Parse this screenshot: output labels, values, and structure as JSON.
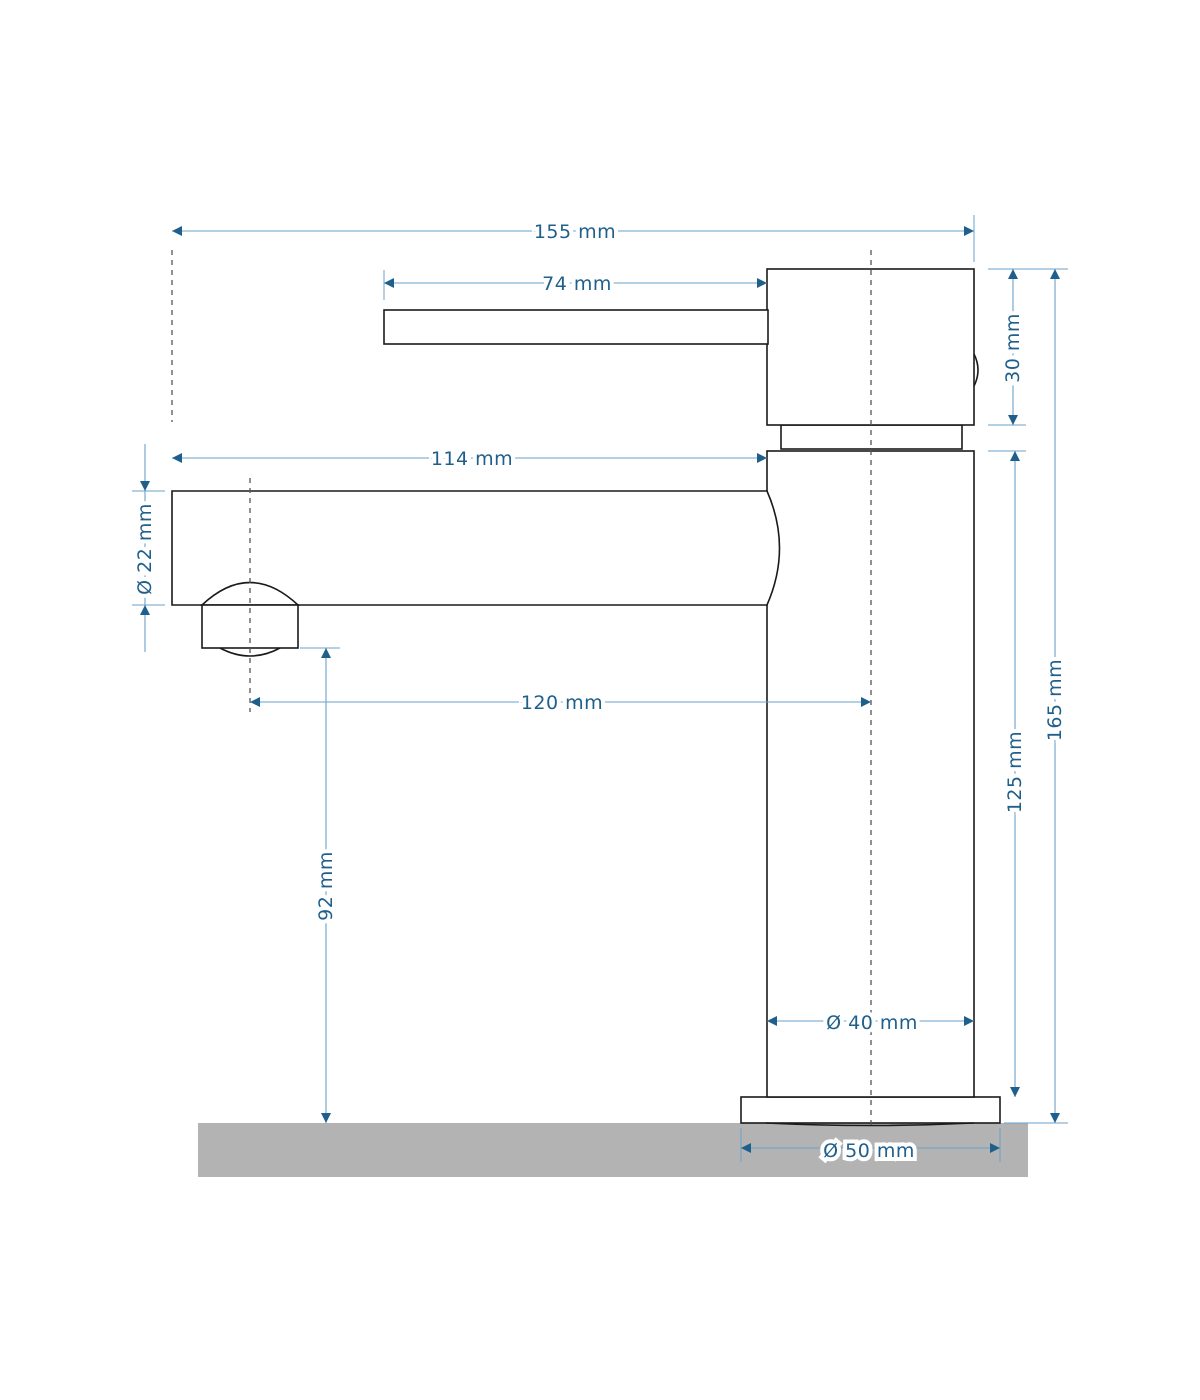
{
  "colors": {
    "dimension": "#1f5f8b",
    "dimension_line": "#6aa1c8",
    "outline": "#1a1a1a",
    "countertop": "#b3b3b3"
  },
  "dimensions": {
    "overall_width": "155 mm",
    "lever_length": "74 mm",
    "handle_height": "30 mm",
    "spout_length": "114 mm",
    "spout_diameter": "Ø 22 mm",
    "spout_reach": "120 mm",
    "spout_clearance": "92 mm",
    "body_height": "125 mm",
    "total_height": "165 mm",
    "body_diameter": "Ø 40 mm",
    "base_diameter": "Ø 50 mm"
  }
}
